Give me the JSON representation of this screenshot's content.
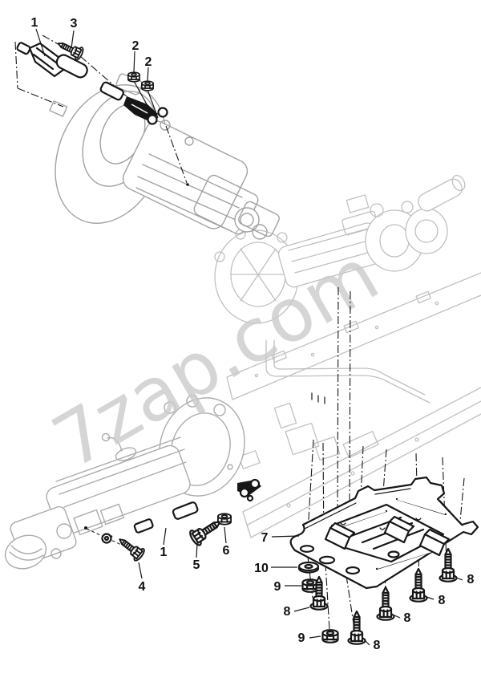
{
  "watermark": {
    "text": "7zap.com"
  },
  "callouts": [
    {
      "id": "shift-rod-top",
      "label": "1"
    },
    {
      "id": "bolt-top",
      "label": "3"
    },
    {
      "id": "nut-top-a",
      "label": "2"
    },
    {
      "id": "nut-top-b",
      "label": "2"
    },
    {
      "id": "shift-rod-bottom",
      "label": "1"
    },
    {
      "id": "bolt-rod-front",
      "label": "4"
    },
    {
      "id": "bolt-rod-rear",
      "label": "5"
    },
    {
      "id": "nut-rod-rear",
      "label": "6"
    },
    {
      "id": "skid-plate",
      "label": "7"
    },
    {
      "id": "washer",
      "label": "10"
    },
    {
      "id": "nut-plate-a",
      "label": "9"
    },
    {
      "id": "plate-bolt-1",
      "label": "8"
    },
    {
      "id": "nut-plate-b",
      "label": "9"
    },
    {
      "id": "plate-bolt-2",
      "label": "8"
    },
    {
      "id": "plate-bolt-3",
      "label": "8"
    },
    {
      "id": "plate-bolt-4",
      "label": "8"
    },
    {
      "id": "plate-bolt-5",
      "label": "8"
    }
  ],
  "icons": {
    "bolt": "flanged-hex-bolt-icon",
    "nut": "hex-nut-icon",
    "washer": "flat-washer-icon"
  },
  "colors": {
    "line_dark": "#161616",
    "context_gray": "#a2a2a2",
    "context_gray2": "#ababab",
    "faint_gray": "#c0c0c0",
    "watermark_gray": "#cbcbcb",
    "background": "#ffffff"
  }
}
